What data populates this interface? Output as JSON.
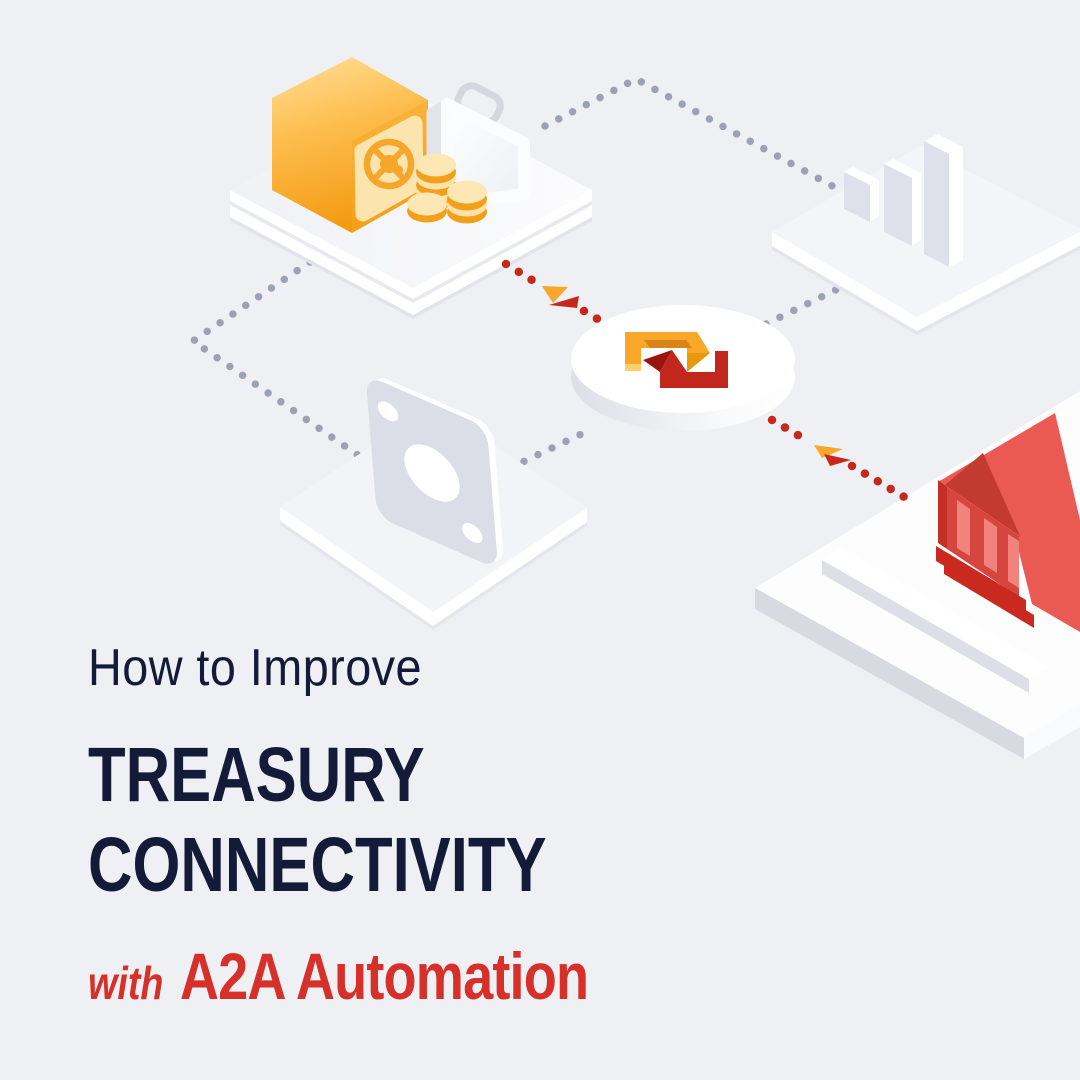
{
  "page": {
    "background": "#EFF0F4"
  },
  "heading": {
    "kicker": "How to Improve",
    "line1": "TREASURY",
    "line2": "CONNECTIVITY",
    "subtitle_prefix": "with",
    "subtitle": "A2A Automation"
  },
  "colors": {
    "navy": "#141B38",
    "red-text": "#D6302A",
    "brand-yellow": "#F8A728",
    "brand-yellow-deep": "#F49D13",
    "brand-red": "#C1271D",
    "gray-dot": "#9CA2B2",
    "red-dot": "#C6281C",
    "bank-roof": "#EB5A52",
    "bank-wall": "#D7463E",
    "cream": "#FCE4AE",
    "coin-gold": "#F2A01B",
    "platform-face": "#D7DAE1",
    "bar-gray": "#DEE1E9"
  },
  "illustration": {
    "hub_icon": "interlocked-links-logo",
    "nodes": [
      {
        "id": "safe",
        "icon": "safe-icon",
        "items": [
          "gold safe",
          "briefcase",
          "coin stacks"
        ]
      },
      {
        "id": "analytics",
        "icon": "bar-chart-icon",
        "items": [
          "three rising bars"
        ]
      },
      {
        "id": "cash",
        "icon": "banknote-icon",
        "items": [
          "banknote"
        ]
      },
      {
        "id": "bank",
        "icon": "bank-icon",
        "items": [
          "red bank building"
        ]
      }
    ],
    "connections": [
      {
        "from": "safe",
        "to": "analytics",
        "style": "gray-dotted"
      },
      {
        "from": "safe",
        "to": "cash",
        "style": "gray-dotted"
      },
      {
        "from": "cash",
        "to": "hub",
        "style": "gray-dotted"
      },
      {
        "from": "hub",
        "to": "analytics",
        "style": "gray-dotted"
      },
      {
        "from": "hub",
        "to": "safe",
        "style": "red-dotted-arrow"
      },
      {
        "from": "hub",
        "to": "bank",
        "style": "red-dotted-arrow"
      }
    ]
  }
}
